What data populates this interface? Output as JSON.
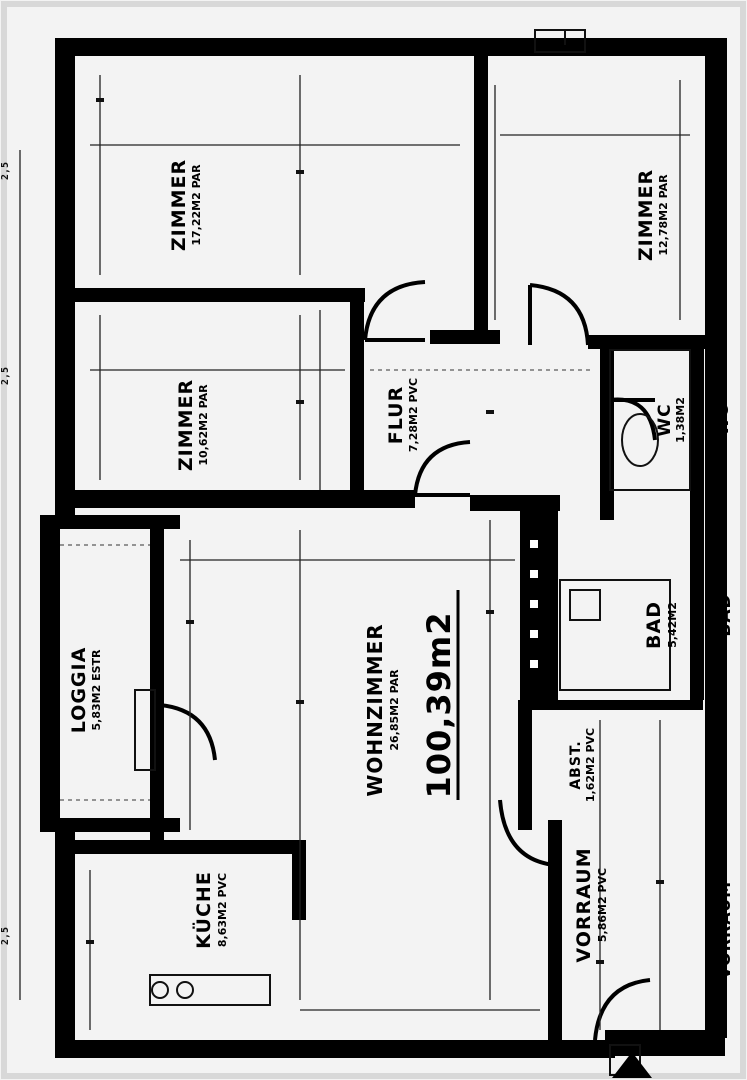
{
  "plan": {
    "total_area": "100,39m2",
    "rooms": {
      "zimmer1": {
        "name": "ZIMMER",
        "area": "17,22M2 PAR"
      },
      "zimmer2": {
        "name": "ZIMMER",
        "area": "12,78M2 PAR"
      },
      "zimmer3": {
        "name": "ZIMMER",
        "area": "10,62M2 PAR"
      },
      "flur": {
        "name": "FLUR",
        "area": "7,28M2 PVC"
      },
      "wc": {
        "name": "WC",
        "area": "1,38M2"
      },
      "wc2": {
        "name": "WC"
      },
      "bad": {
        "name": "BAD",
        "area": "5,42M2"
      },
      "bad2": {
        "name": "BAD"
      },
      "loggia": {
        "name": "LOGGIA",
        "area": "5,83M2 ESTR"
      },
      "wohnzimmer": {
        "name": "WOHNZIMMER",
        "area": "26,85M2 PAR"
      },
      "abstellraum": {
        "name": "ABST.",
        "area": "1,62M2 PVC"
      },
      "vorraum": {
        "name": "VORRAUM",
        "area": "5,86M2 PVC"
      },
      "vorraum2": {
        "name": "VORRAUM"
      },
      "kueche": {
        "name": "KÜCHE",
        "area": "8,63M2 PVC"
      }
    }
  }
}
